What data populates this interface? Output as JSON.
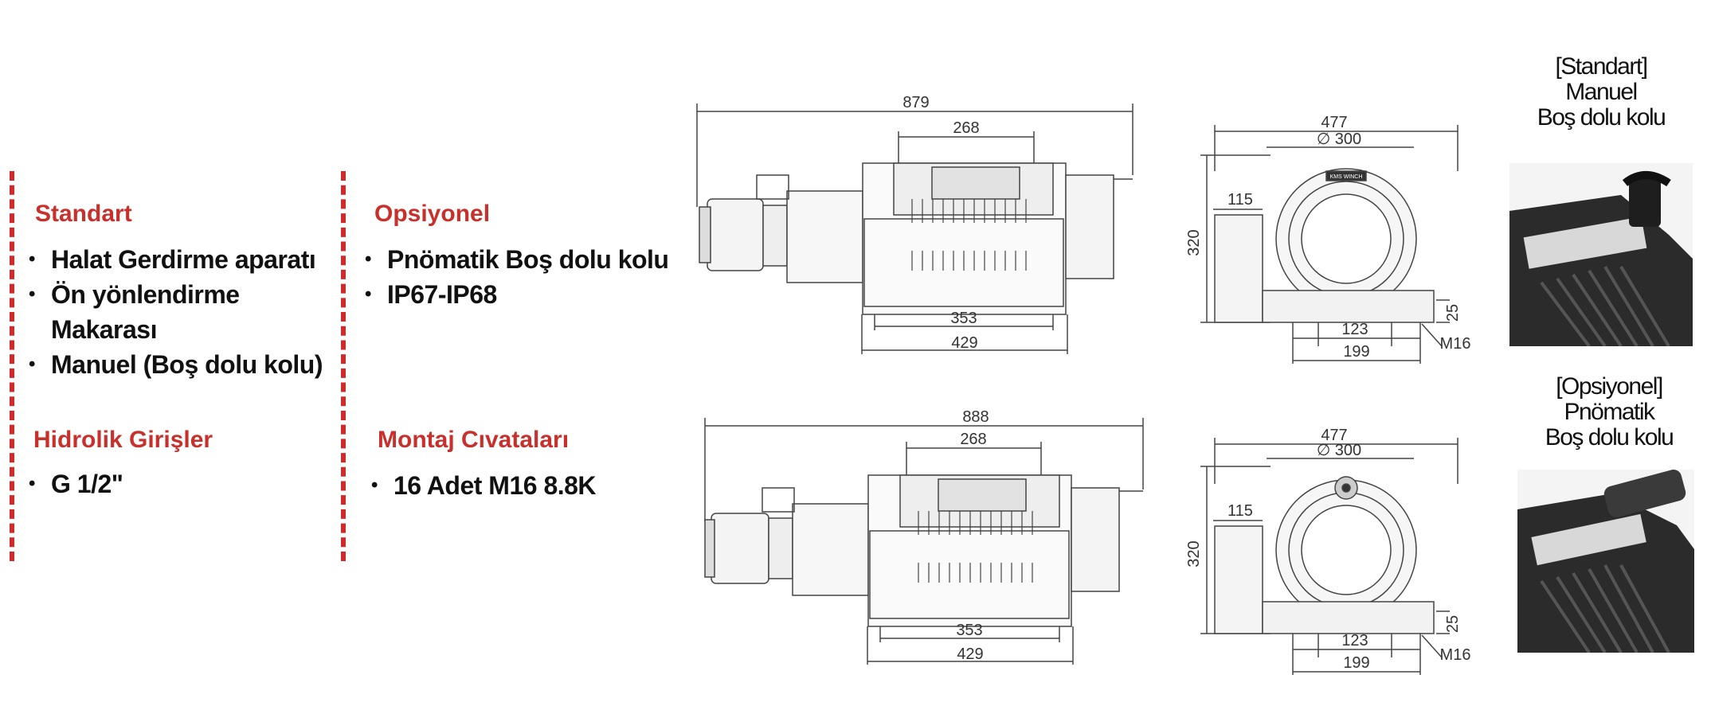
{
  "left": {
    "standard": {
      "title": "Standart",
      "items": [
        "Halat Gerdirme aparatı",
        "Ön yönlendirme",
        "Makarası",
        "Manuel (Boş dolu kolu)"
      ]
    },
    "hydraulic": {
      "title": "Hidrolik Girişler",
      "items": [
        "G 1/2\""
      ]
    }
  },
  "middle": {
    "optional": {
      "title": "Opsiyonel",
      "items": [
        "Pnömatik Boş dolu kolu",
        "IP67-IP68"
      ]
    },
    "mounting": {
      "title": "Montaj Cıvataları",
      "items": [
        "16 Adet M16 8.8K"
      ]
    }
  },
  "drawings": {
    "top_side": {
      "overall": "879",
      "drum": "268",
      "base_inner": "353",
      "base_outer": "429"
    },
    "top_front": {
      "width": "477",
      "diameter": "∅ 300",
      "height": "320",
      "offset": "115",
      "foot": "25",
      "bolt_inner": "123",
      "bolt_outer": "199",
      "bolt": "M16"
    },
    "bottom_side": {
      "overall": "888",
      "drum": "268",
      "base_inner": "353",
      "base_outer": "429"
    },
    "bottom_front": {
      "width": "477",
      "diameter": "∅ 300",
      "height": "320",
      "offset": "115",
      "foot": "25",
      "bolt_inner": "123",
      "bolt_outer": "199",
      "bolt": "M16"
    },
    "brand": "KMS WINCH"
  },
  "captions": {
    "standard": [
      "[Standart]",
      "Manuel",
      "Boş dolu kolu"
    ],
    "optional": [
      "[Opsiyonel]",
      "Pnömatik",
      "Boş dolu kolu"
    ]
  }
}
